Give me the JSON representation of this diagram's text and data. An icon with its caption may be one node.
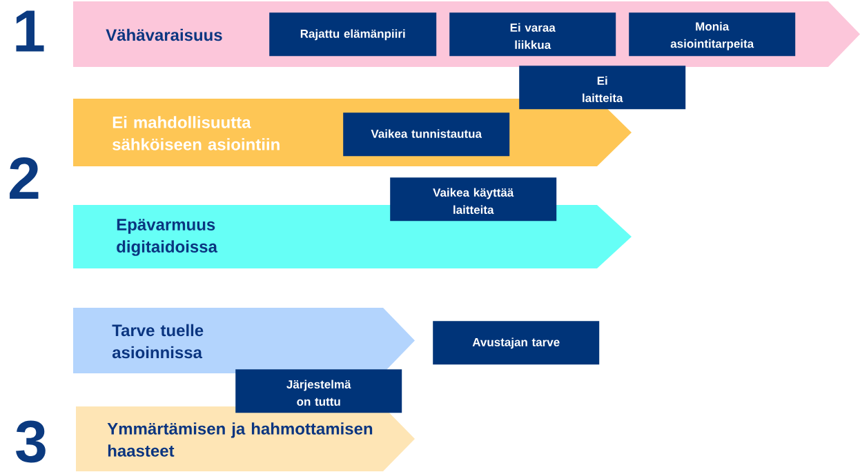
{
  "diagram": {
    "nodes": [
      {
        "text": [
          "Vähävaraisuus"
        ]
      },
      {
        "text": [
          "Rajattu elämänpiiri"
        ],
        "in": 0
      },
      {
        "text": [
          "Ei varaa liikkua"
        ],
        "in": 0
      },
      {
        "text": [
          "Monia asiointitarpeita"
        ],
        "in": 0
      },
      {
        "text": [
          "Ei laitteita"
        ]
      },
      {
        "text": [
          "Ei mahdollisuutta sähköiseen asiointiin"
        ]
      },
      {
        "text": [
          "Vaikea tunnistautua"
        ],
        "in": 5
      },
      {
        "text": [
          "Vaikea käyttää laitteita"
        ]
      },
      {
        "text": [
          "Epävarmuus digitaidoissa"
        ]
      },
      {
        "text": [
          "Tarve tuelle asioinnissa"
        ]
      },
      {
        "text": [
          "Avustajan tarve"
        ]
      },
      {
        "text": [
          "Järjestelmä on tuttu"
        ]
      },
      {
        "text": [
          "Ymmärtämisen ja hahmottamisen haasteet"
        ]
      }
    ],
    "labels": [
      "1",
      "2",
      "3"
    ]
  }
}
